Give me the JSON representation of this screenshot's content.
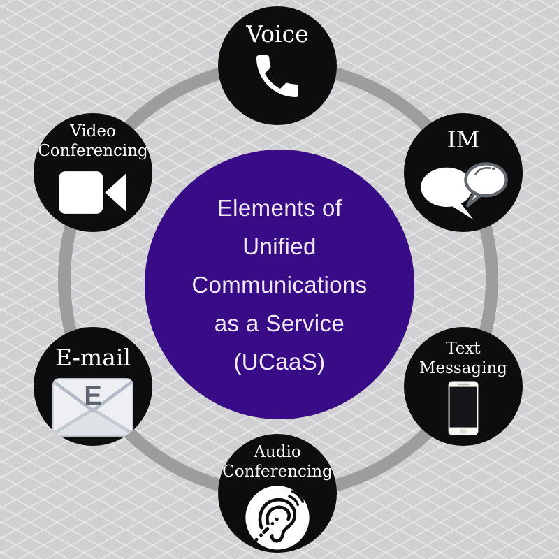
{
  "page": {
    "title": "Elements of Unified Communications as a Service (UCaaS)"
  },
  "background": {
    "base_color": "#d0d0d2",
    "pattern": "diagonal-diamond-lattice",
    "lattice_line_color": "#dfdfe1"
  },
  "ring": {
    "color": "#9d9d9d"
  },
  "center_circle": {
    "fill_color": "#380b87",
    "text_color": "#f0eaf7",
    "lines": [
      "Elements of",
      "Unified",
      "Communications",
      "as a Service",
      "(UCaaS)"
    ]
  },
  "node_style": {
    "fill_color": "#0d0d0d",
    "label_color": "#ffffff"
  },
  "nodes": [
    {
      "label": "Voice",
      "icon": "phone-handset-icon",
      "position": "top"
    },
    {
      "label": "IM",
      "icon": "chat-bubbles-icon",
      "position": "top-right"
    },
    {
      "label": "Text Messaging",
      "icon": "smartphone-icon",
      "position": "right"
    },
    {
      "label": "Audio Conferencing",
      "icon": "hearing-ear-icon",
      "position": "bottom"
    },
    {
      "label": "E-mail",
      "icon": "envelope-icon",
      "icon_letter": "E",
      "position": "left"
    },
    {
      "label": "Video Conferencing",
      "icon": "video-camera-icon",
      "position": "top-left"
    }
  ]
}
